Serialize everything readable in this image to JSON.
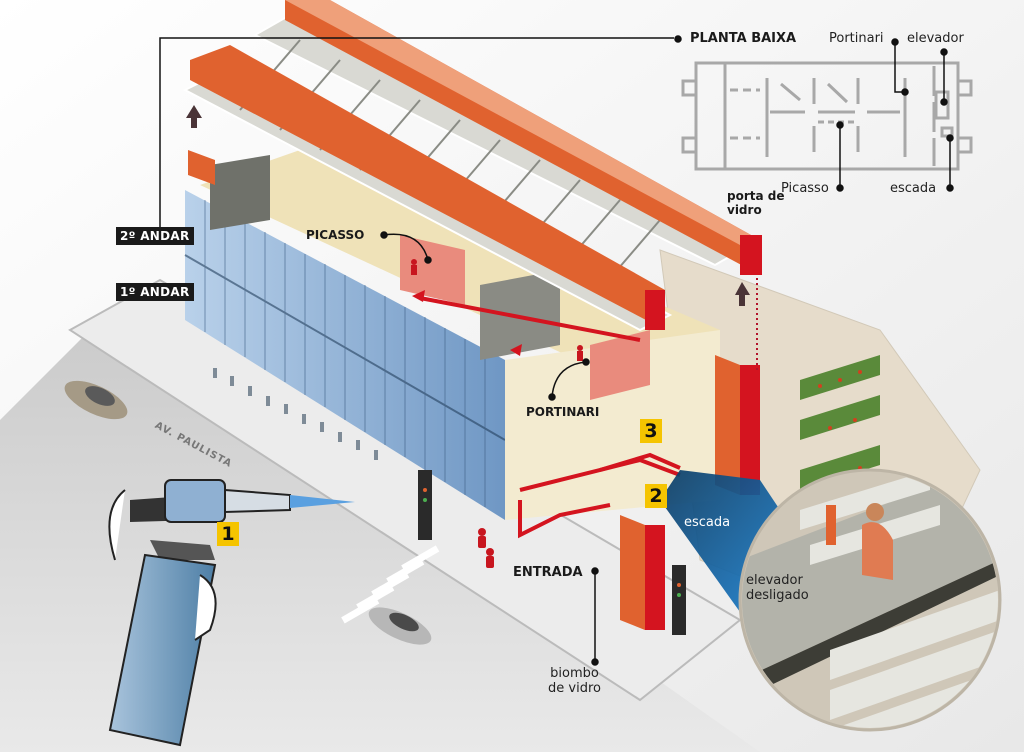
{
  "floor_plan": {
    "title": "PLANTA BAIXA",
    "labels": {
      "portinari": "Portinari",
      "elevador": "elevador",
      "picasso": "Picasso",
      "escada": "escada"
    }
  },
  "floors": {
    "second": "2º ANDAR",
    "first": "1º ANDAR"
  },
  "callouts": {
    "picasso": "PICASSO",
    "portinari": "PORTINARI",
    "entrada": "ENTRADA",
    "porta_de_vidro": [
      "porta de",
      "vidro"
    ],
    "biombo_de_vidro": [
      "biombo",
      "de vidro"
    ],
    "escada": "escada",
    "elevador_desligado": [
      "elevador",
      "desligado"
    ],
    "street": "AV. PAULISTA"
  },
  "steps": [
    "1",
    "2",
    "3"
  ],
  "colors": {
    "pillar": "#e0622f",
    "pillar_light": "#efa07a",
    "accent_red": "#d4141f",
    "step_yellow": "#f5c400",
    "glass": "#8fb3d6",
    "floor_wood": "#efe2b8",
    "view_blue": "#1a6fc4"
  }
}
